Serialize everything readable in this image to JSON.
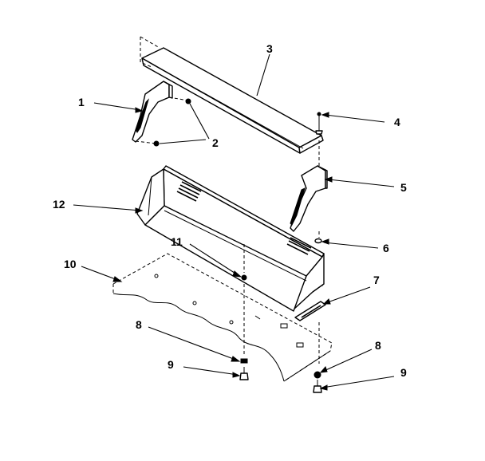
{
  "diagram": {
    "callouts": [
      {
        "id": "c1",
        "label": "1"
      },
      {
        "id": "c2",
        "label": "2"
      },
      {
        "id": "c3",
        "label": "3"
      },
      {
        "id": "c4",
        "label": "4"
      },
      {
        "id": "c5",
        "label": "5"
      },
      {
        "id": "c6",
        "label": "6"
      },
      {
        "id": "c7",
        "label": "7"
      },
      {
        "id": "c8a",
        "label": "8"
      },
      {
        "id": "c8b",
        "label": "8"
      },
      {
        "id": "c9a",
        "label": "9"
      },
      {
        "id": "c9b",
        "label": "9"
      },
      {
        "id": "c10",
        "label": "10"
      },
      {
        "id": "c11",
        "label": "11"
      },
      {
        "id": "c12",
        "label": "12"
      }
    ]
  }
}
